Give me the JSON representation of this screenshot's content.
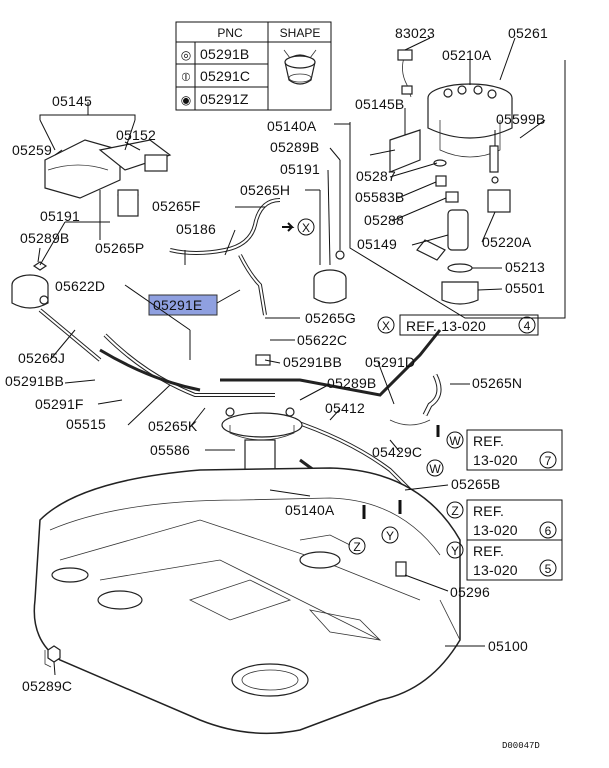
{
  "pnc_table": {
    "header_pnc": "PNC",
    "header_shape": "SHAPE",
    "rows": [
      {
        "symbol": "◎",
        "pnc": "05291B"
      },
      {
        "symbol": "⦶",
        "pnc": "05291C"
      },
      {
        "symbol": "◉",
        "pnc": "05291Z"
      }
    ]
  },
  "labels": {
    "p83023": "83023",
    "p05261": "05261",
    "p05210A": "05210A",
    "p05145": "05145",
    "p05152": "05152",
    "p05259": "05259",
    "p05140A_top": "05140A",
    "p05145B": "05145B",
    "p05599B": "05599B",
    "p05289B_a": "05289B",
    "p05191_a": "05191",
    "p05287": "05287",
    "p05265H": "05265H",
    "p05583B": "05583B",
    "p05191_b": "05191",
    "p05265F": "05265F",
    "p05288": "05288",
    "p05289B_b": "05289B",
    "p05186": "05186",
    "p05149": "05149",
    "p05220A": "05220A",
    "p05265P": "05265P",
    "p05213": "05213",
    "p05622D": "05622D",
    "p05501": "05501",
    "p05291E": "05291E",
    "p05265G": "05265G",
    "p05622C": "05622C",
    "p05265J": "05265J",
    "p05291BB_a": "05291BB",
    "p05291D": "05291D",
    "p05291BB_b": "05291BB",
    "p05289B_c": "05289B",
    "p05265N": "05265N",
    "p05291F": "05291F",
    "p05412": "05412",
    "p05515": "05515",
    "p05265K": "05265K",
    "p05429C": "05429C",
    "p05586": "05586",
    "p05265B": "05265B",
    "p05140A_bottom": "05140A",
    "p05296": "05296",
    "p05100": "05100",
    "p05289C": "05289C"
  },
  "refs": {
    "x": {
      "letter": "X",
      "text": "REF. 13-020",
      "num": "4"
    },
    "w": {
      "letter": "W",
      "line1": "REF.",
      "line2": "13-020",
      "num": "7"
    },
    "z": {
      "letter": "Z",
      "line1": "REF.",
      "line2": "13-020",
      "num": "6"
    },
    "y": {
      "letter": "Y",
      "line1": "REF.",
      "line2": "13-020",
      "num": "5"
    }
  },
  "diagram_code": "D00047D",
  "colors": {
    "highlight": "#8fa0e0",
    "line": "#111111"
  }
}
